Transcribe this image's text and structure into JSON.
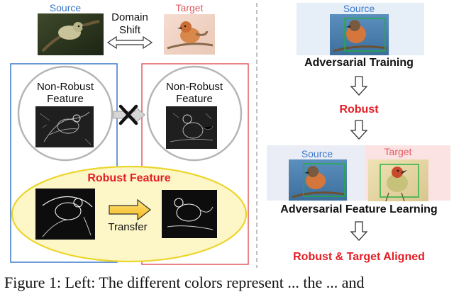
{
  "left": {
    "source_label": "Source",
    "target_label": "Target",
    "domain_shift_line1": "Domain",
    "domain_shift_line2": "Shift",
    "nonrobust_line1": "Non-Robust",
    "nonrobust_line2": "Feature",
    "robust_feature_label": "Robust Feature",
    "transfer_label": "Transfer"
  },
  "right": {
    "source_label": "Source",
    "target_label": "Target",
    "adversarial_training": "Adversarial Training",
    "robust": "Robust",
    "adversarial_feature_learning": "Adversarial Feature Learning",
    "robust_target_aligned": "Robust & Target Aligned"
  },
  "caption": "Figure 1: Left: The different colors represent ... the ... and",
  "colors": {
    "source_blue": "#3a78c9",
    "target_red": "#e05a60",
    "robust_red": "#e41e26",
    "ellipse_fill": "#fdf6c6",
    "ellipse_stroke": "#ecd52c",
    "divider": "#9a9a9a"
  }
}
